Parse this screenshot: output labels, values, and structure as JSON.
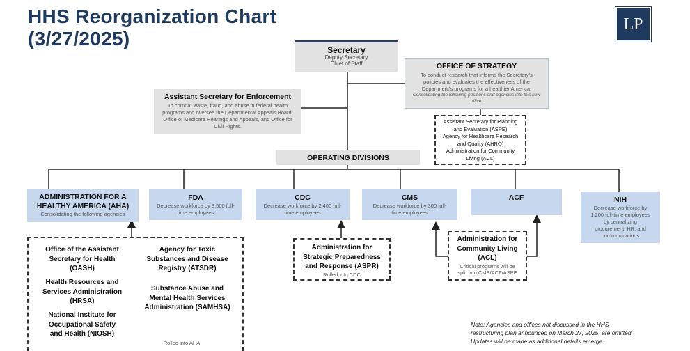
{
  "title": {
    "line1": "HHS Reorganization Chart",
    "line2": "(3/27/2025)"
  },
  "logo": "LP",
  "secretary": {
    "title": "Secretary",
    "line1": "Deputy Secretary",
    "line2": "Chief of Staff"
  },
  "strategy": {
    "title": "OFFICE OF STRATEGY",
    "desc": "To conduct research that informs the Secretary's policies and evaluates the effectiveness of the Department's programs for a healthier America.",
    "note": "Consolidating the following positions and agencies into this new office."
  },
  "strategy_agencies": {
    "l1": "Assistant Secretary for Planning",
    "l2": "and Evaluation (ASPE)",
    "l3": "Agency for Healthcare Research",
    "l4": "and Quality (AHRQ)",
    "l5": "Administration for Community",
    "l6": "Living (ACL)"
  },
  "enforcement": {
    "title": "Assistant Secretary for Enforcement",
    "desc": "To combat waste, fraud, and abuse in federal health programs and oversee the Departmental Appeals Board, Office of Medicare Hearings and Appeals, and Office for Civil Rights."
  },
  "operating_divisions": "OPERATING DIVISIONS",
  "aha": {
    "title1": "ADMINISTRATION FOR A",
    "title2": "HEALTHY AMERICA (AHA)",
    "desc": "Consolidating the following agencies"
  },
  "fda": {
    "title": "FDA",
    "desc1": "Decrease workforce by 3,500 full-",
    "desc2": "time employees"
  },
  "cdc": {
    "title": "CDC",
    "desc1": "Decrease workforce by 2,400 full-",
    "desc2": "time employees"
  },
  "cms": {
    "title": "CMS",
    "desc1": "Decrease workforce by 300 full-",
    "desc2": "time employees"
  },
  "acf": {
    "title": "ACF"
  },
  "nih": {
    "title": "NIH",
    "desc1": "Decrease workforce by",
    "desc2": "1,200 full-time employees",
    "desc3": "by centralizing",
    "desc4": "procurement, HR, and",
    "desc5": "communications"
  },
  "aha_agencies": {
    "oash1": "Office of the Assistant",
    "oash2": "Secretary for Health",
    "oash3": "(OASH)",
    "hrsa1": "Health Resources and",
    "hrsa2": "Services Administration",
    "hrsa3": "(HRSA)",
    "niosh1": "National Institute for",
    "niosh2": "Occupational Safety",
    "niosh3": "and Health (NIOSH)",
    "atsdr1": "Agency for Toxic",
    "atsdr2": "Substances and Disease",
    "atsdr3": "Registry (ATSDR)",
    "samhsa1": "Substance Abuse and",
    "samhsa2": "Mental Health Services",
    "samhsa3": "Administration (SAMHSA)",
    "rolled": "Rolled into AHA"
  },
  "aspr": {
    "l1": "Administration for",
    "l2": "Strategic Preparedness",
    "l3": "and Response (ASPR)",
    "rolled": "Rolled into CDC"
  },
  "acl": {
    "l1": "Administration for",
    "l2": "Community Living",
    "l3": "(ACL)",
    "note1": "Critical programs will be",
    "note2": "split into CMS/ACF/ASPE"
  },
  "footnote": {
    "l1": "Note: Agencies and offices not discussed in the HHS",
    "l2": "restructuring plan announced on March 27, 2025, are omitted.",
    "l3": "Updates will be made as additional details emerge."
  }
}
